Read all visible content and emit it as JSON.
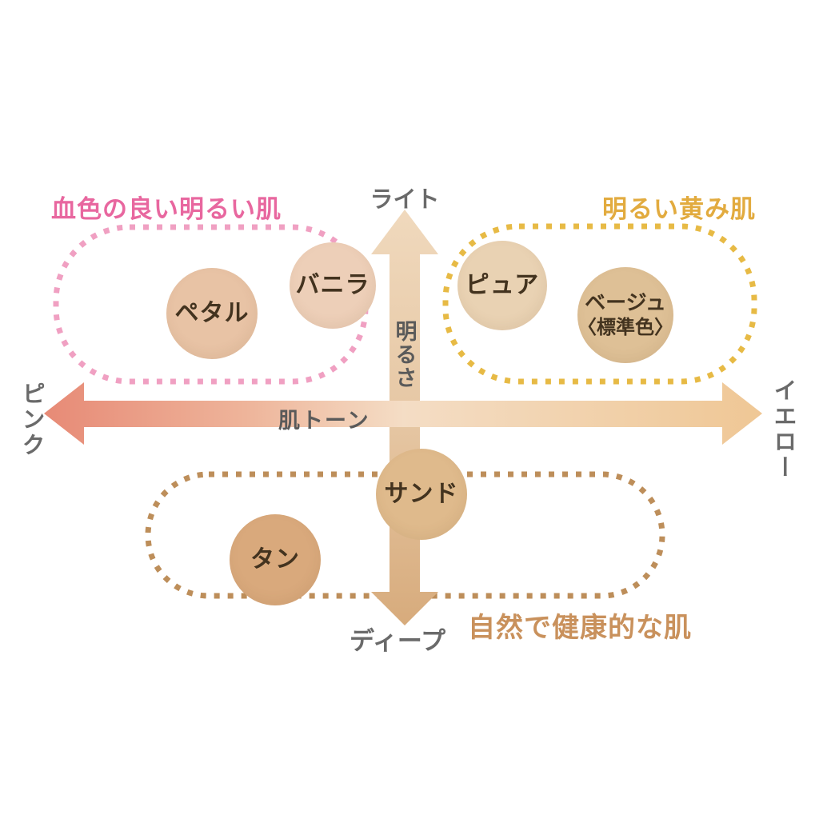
{
  "title_groups": {
    "pink": {
      "label": "血色の良い明るい肌",
      "text_color": "#e8679f",
      "dot_color": "#f0a0c2"
    },
    "yellow": {
      "label": "明るい黄み肌",
      "text_color": "#e2ab3f",
      "dot_color": "#e7ba45"
    },
    "natural": {
      "label": "自然で健康的な肌",
      "text_color": "#c9915c",
      "dot_color": "#bd8e5a"
    }
  },
  "axes": {
    "vertical": {
      "name": "明るさ",
      "top": "ライト",
      "bottom": "ディープ",
      "gradient_top": "#f0d9bd",
      "gradient_bottom": "#d7ab7c"
    },
    "horizontal": {
      "name": "肌トーン",
      "left": "ピンク",
      "right": "イエロー",
      "gradient_left": "#e78a76",
      "gradient_center": "#f4ddc5",
      "gradient_right": "#efc795"
    }
  },
  "shades": {
    "petal": {
      "name": "ペタル",
      "color": "#e8c3a5"
    },
    "vanilla": {
      "name": "バニラ",
      "color": "#edcfb8"
    },
    "pure": {
      "name": "ピュア",
      "color": "#e9d2b3"
    },
    "beige": {
      "name": "ベージュ",
      "note": "〈標準色〉",
      "color": "#dec096"
    },
    "sand": {
      "name": "サンド",
      "color": "#dfba8c"
    },
    "tan": {
      "name": "タン",
      "color": "#d9a97c"
    }
  },
  "text_colors": {
    "axis_gray": "#6a6a6a",
    "circle_text": "#43331f"
  }
}
